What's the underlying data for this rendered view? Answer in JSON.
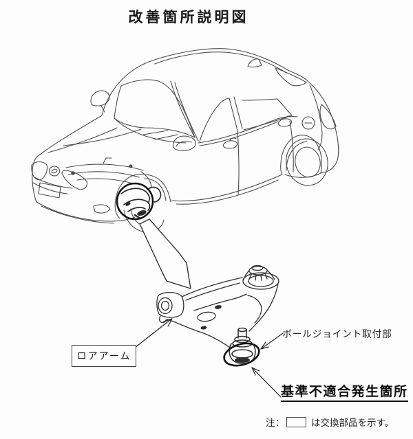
{
  "title": "改善箇所説明図",
  "labels": {
    "lower_arm": "ロアアーム",
    "ball_joint_mount": "ボールジョイント取付部",
    "nonconformance_location": "基準不適合発生箇所"
  },
  "note": {
    "prefix": "注：",
    "text": "は交換部品を示す。"
  },
  "colors": {
    "car_line": "#4a4a4a",
    "part_line": "#2e2e2e",
    "annotation": "#111111",
    "background": "#fdfdfd"
  }
}
